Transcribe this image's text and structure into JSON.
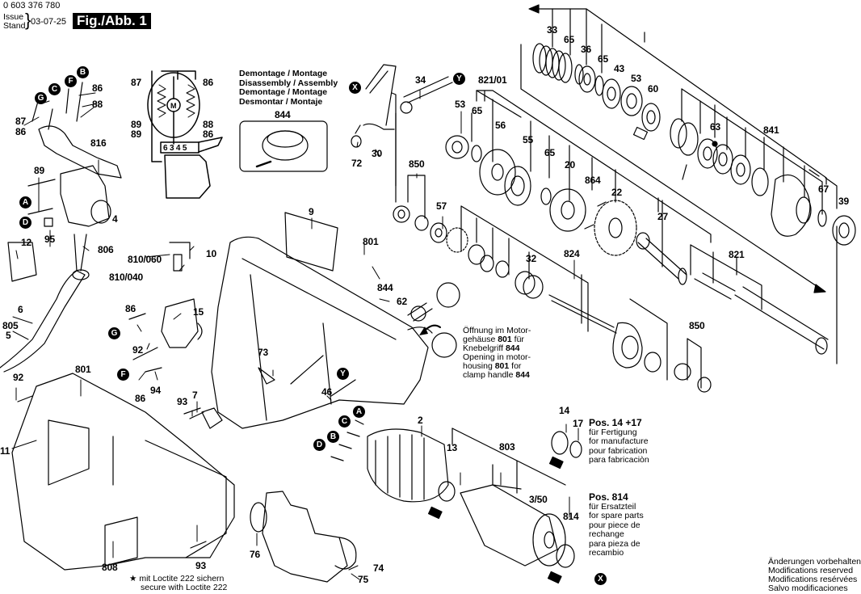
{
  "header": {
    "document_number": "0 603 376 780",
    "issue_label_en": "Issue",
    "issue_label_de": "Stand",
    "issue_date": "03-07-25",
    "figure_label": "Fig./Abb. 1"
  },
  "disassembly_note": {
    "lines": [
      "Demontage / Montage",
      "Disassembly / Assembly",
      "Demontage / Montage",
      "Desmontar / Montaje"
    ],
    "part": "844"
  },
  "opening_note": {
    "line1": "Öffnung im Motor-",
    "line2_pre": "gehäuse ",
    "line2_part": "801",
    "line2_post": " für",
    "line3_pre": "Knebelgriff ",
    "line3_part": "844",
    "line4": "Opening in motor-",
    "line5_pre": "housing ",
    "line5_part": "801",
    "line5_post": " for",
    "line6_pre": "clamp handle ",
    "line6_part": "844"
  },
  "pos_14_17_note": {
    "title": "Pos. 14 +17",
    "lines": [
      "für Fertigung",
      "for manufacture",
      "pour fabrication",
      "para fabricaciòn"
    ]
  },
  "pos_814_note": {
    "title": "Pos. 814",
    "lines": [
      "für Ersatzteil",
      "for spare parts",
      "pour piece de",
      "rechange",
      "para pieza de",
      "recambio"
    ]
  },
  "loctite_note": {
    "symbol": "★",
    "line1": "mit Loctite 222 sichern",
    "line2": "secure with Loctite 222"
  },
  "modifications_note": {
    "lines": [
      "Änderungen vorbehalten",
      "Modifications reserved",
      "Modifications resérvées",
      "Salvo modificaciones"
    ]
  },
  "wiring_diagram": {
    "terminals": "6 3 4 5",
    "motor_symbol": "M",
    "labels": [
      "87",
      "86",
      "89",
      "89",
      "88",
      "86"
    ]
  },
  "callouts": {
    "c1": "A",
    "c2": "B",
    "c3": "C",
    "c4": "D",
    "c5": "F",
    "c6": "G",
    "c7": "X",
    "c8": "Y"
  },
  "part_labels": [
    "87",
    "86",
    "88",
    "86",
    "816",
    "89",
    "4",
    "95",
    "12",
    "806",
    "6",
    "805",
    "5",
    "810/060",
    "10",
    "810/040",
    "86",
    "15",
    "92",
    "86",
    "94",
    "92",
    "801",
    "11",
    "93",
    "7",
    "93",
    "808",
    "9",
    "801",
    "844",
    "62",
    "73",
    "46",
    "34",
    "30",
    "72",
    "821/01",
    "53",
    "65",
    "56",
    "55",
    "65",
    "20",
    "864",
    "22",
    "27",
    "850",
    "57",
    "32",
    "824",
    "821",
    "850",
    "33",
    "65",
    "36",
    "65",
    "43",
    "53",
    "60",
    "63",
    "841",
    "67",
    "39",
    "2",
    "13",
    "803",
    "3/50",
    "814",
    "14",
    "17",
    "76",
    "74",
    "75",
    "844"
  ]
}
